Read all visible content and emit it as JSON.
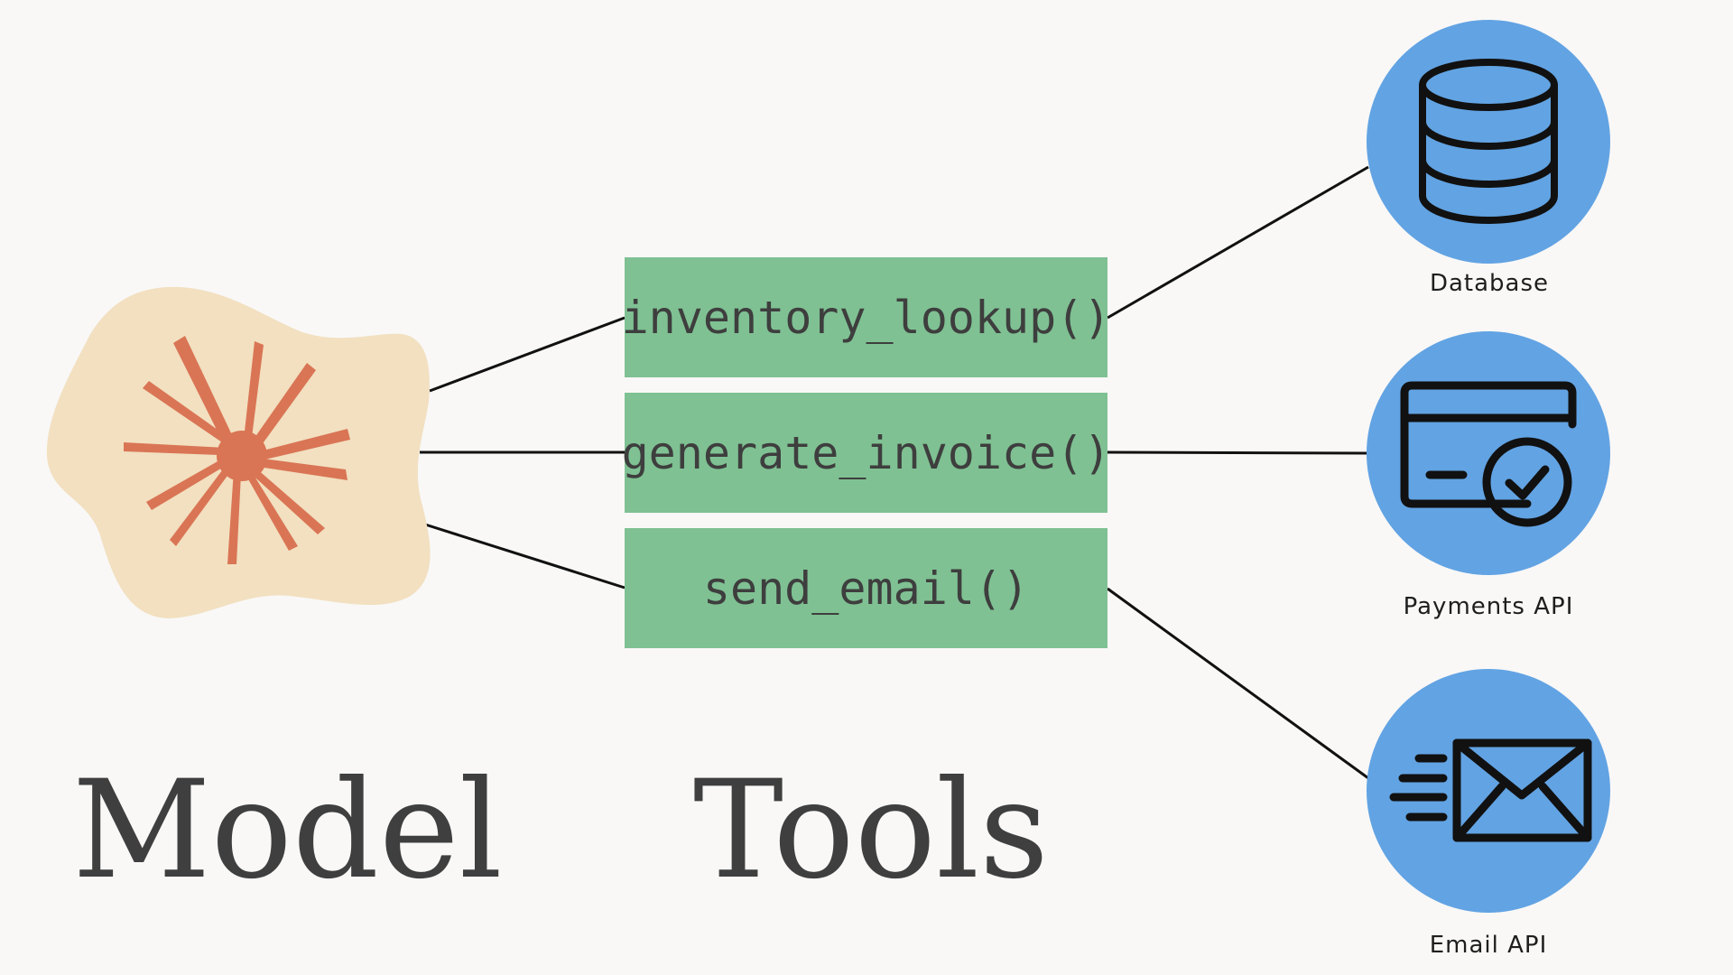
{
  "model": {
    "label": "Model",
    "icon": "starburst-icon",
    "blob_color": "#f2e0c0",
    "accent_color": "#d97555"
  },
  "tools": {
    "label": "Tools",
    "color": "#7fc193",
    "items": [
      {
        "name": "inventory_lookup()"
      },
      {
        "name": "generate_invoice()"
      },
      {
        "name": "send_email()"
      }
    ]
  },
  "services": {
    "color": "#62a3e3",
    "items": [
      {
        "label": "Database",
        "icon": "database-icon"
      },
      {
        "label": "Payments API",
        "icon": "payment-card-icon"
      },
      {
        "label": "Email API",
        "icon": "email-icon"
      }
    ]
  }
}
